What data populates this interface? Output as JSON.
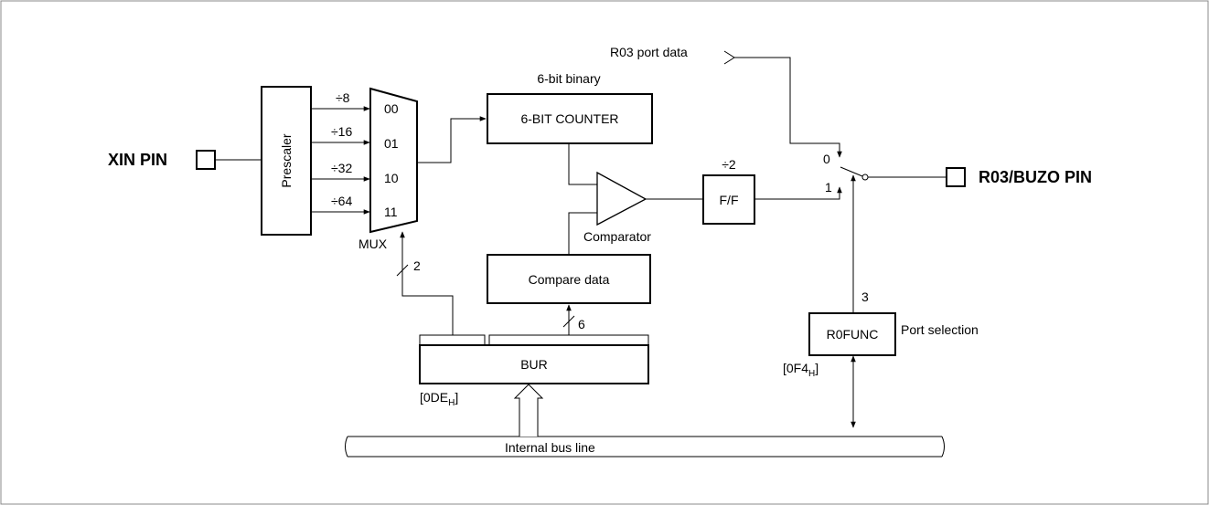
{
  "pins": {
    "xin": "XIN PIN",
    "output": "R03/BUZO PIN"
  },
  "blocks": {
    "prescaler": "Prescaler",
    "mux": "MUX",
    "counter": "6-BIT COUNTER",
    "counter_caption": "6-bit binary",
    "comparator": "Comparator",
    "compare_data": "Compare data",
    "flipflop": "F/F",
    "flipflop_div": "÷2",
    "bur": "BUR",
    "bur_addr": "[0DE",
    "bur_addr_sub": "H",
    "bur_addr_end": "]",
    "r0func": "R0FUNC",
    "r0func_caption": "Port selection",
    "r0func_addr": "[0F4",
    "r0func_addr_sub": "H",
    "r0func_addr_end": "]",
    "bus": "Internal bus line"
  },
  "prescaler_outputs": [
    "÷8",
    "÷16",
    "÷32",
    "÷64"
  ],
  "mux_inputs": [
    "00",
    "01",
    "10",
    "11"
  ],
  "bus_widths": {
    "mux_select": "2",
    "compare_data": "6",
    "port_select": "3"
  },
  "switch": {
    "port_data": "R03 port data",
    "input0": "0",
    "input1": "1"
  }
}
